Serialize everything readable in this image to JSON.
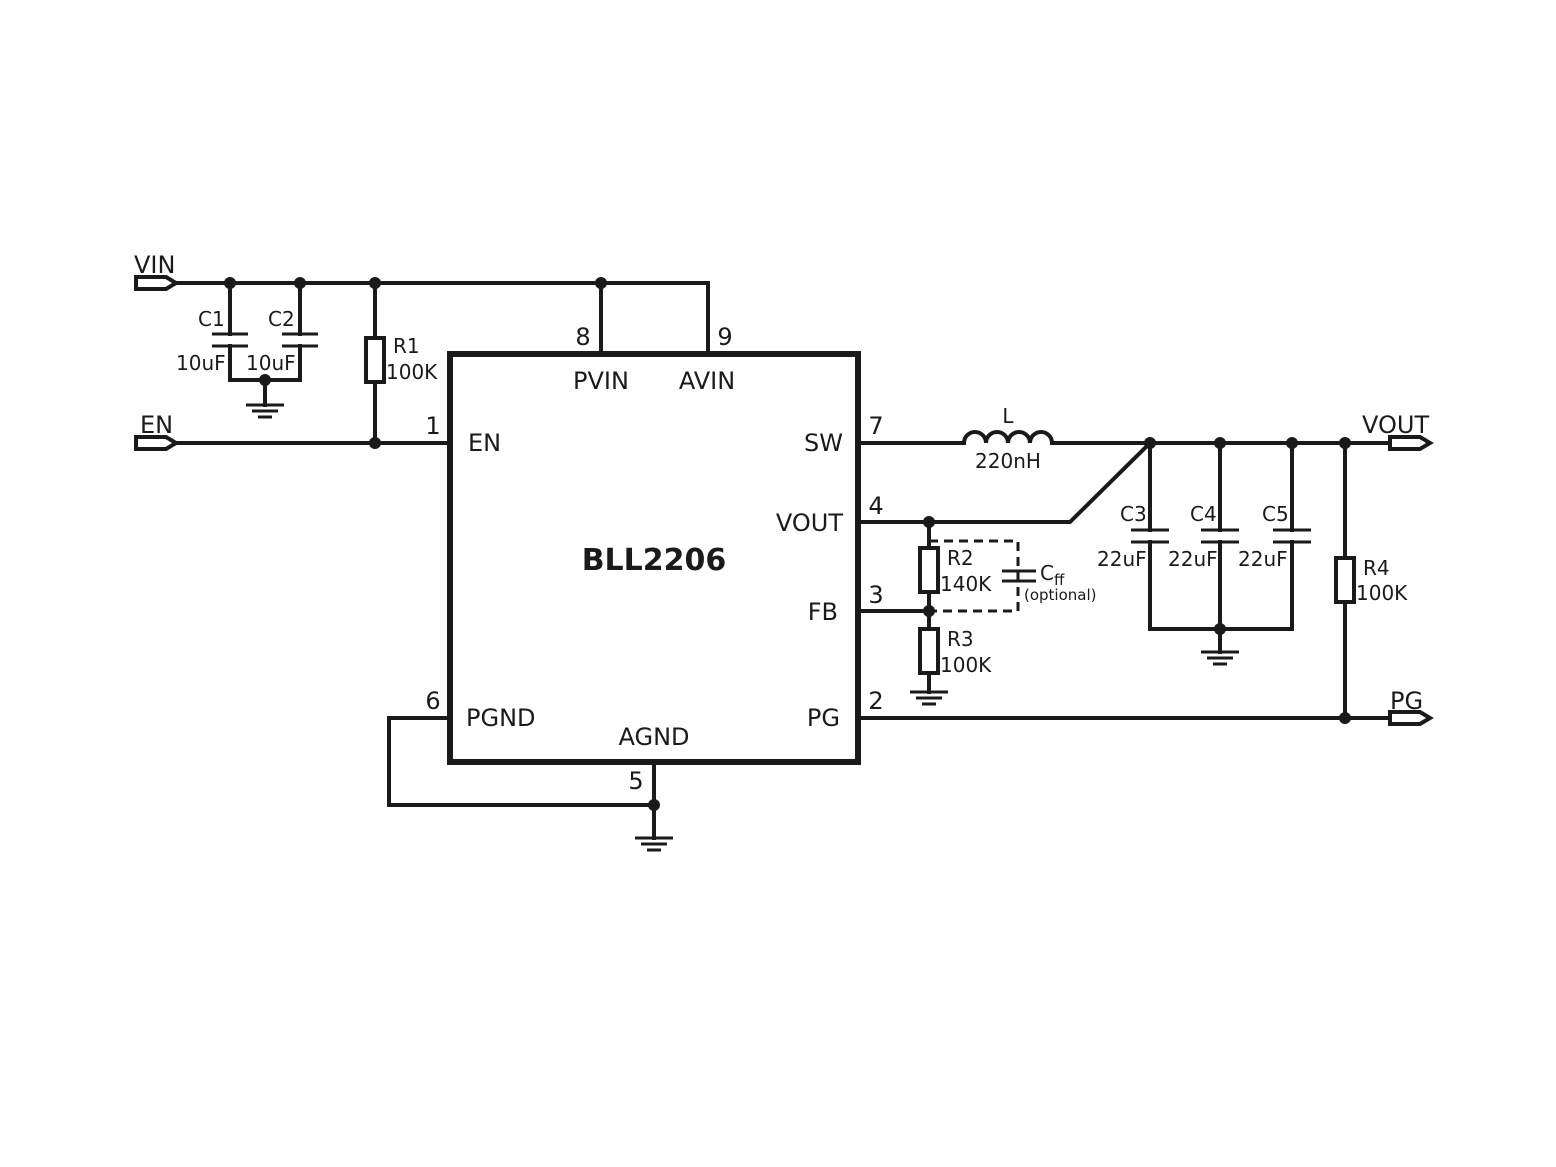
{
  "chip": {
    "name": "BLL2206",
    "pins": {
      "en": {
        "number": "1",
        "name": "EN"
      },
      "pg": {
        "number": "2",
        "name": "PG"
      },
      "fb": {
        "number": "3",
        "name": "FB"
      },
      "vout": {
        "number": "4",
        "name": "VOUT"
      },
      "agnd": {
        "number": "5",
        "name": "AGND"
      },
      "pgnd": {
        "number": "6",
        "name": "PGND"
      },
      "sw": {
        "number": "7",
        "name": "SW"
      },
      "pvin": {
        "number": "8",
        "name": "PVIN"
      },
      "avin": {
        "number": "9",
        "name": "AVIN"
      }
    }
  },
  "ports": {
    "vin": "VIN",
    "en": "EN",
    "vout": "VOUT",
    "pg": "PG"
  },
  "components": {
    "c1": {
      "ref": "C1",
      "value": "10uF"
    },
    "c2": {
      "ref": "C2",
      "value": "10uF"
    },
    "r1": {
      "ref": "R1",
      "value": "100K"
    },
    "l": {
      "ref": "L",
      "value": "220nH"
    },
    "r2": {
      "ref": "R2",
      "value": "140K"
    },
    "r3": {
      "ref": "R3",
      "value": "100K"
    },
    "cff": {
      "ref": "C",
      "ref_sub": "ff",
      "note": "(optional)"
    },
    "c3": {
      "ref": "C3",
      "value": "22uF"
    },
    "c4": {
      "ref": "C4",
      "value": "22uF"
    },
    "c5": {
      "ref": "C5",
      "value": "22uF"
    },
    "r4": {
      "ref": "R4",
      "value": "100K"
    }
  }
}
